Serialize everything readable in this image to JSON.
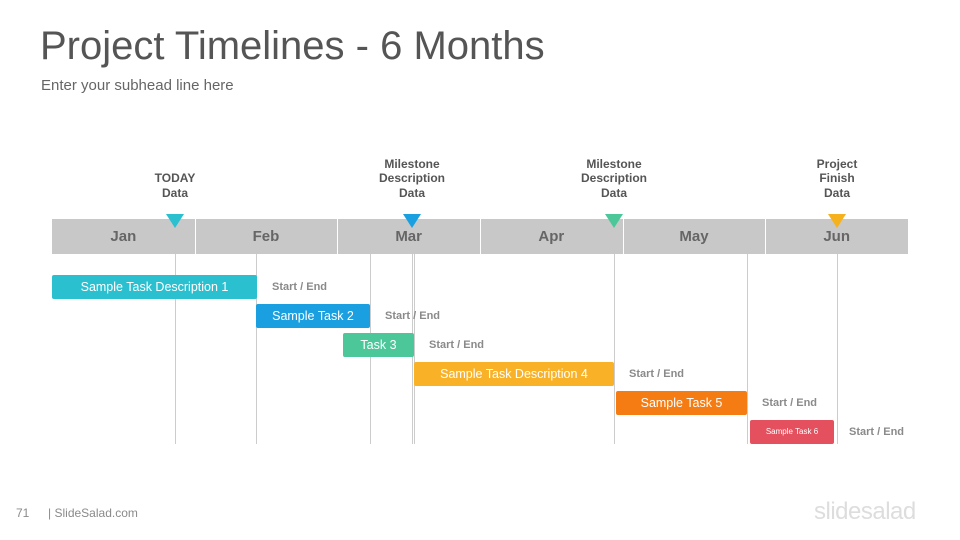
{
  "slide": {
    "title": "Project Timelines - 6 Months",
    "subtitle": "Enter your subhead line here",
    "page_number": "71",
    "footer_text": "| SlideSalad.com",
    "logo_text": "slidesalad"
  },
  "months": [
    "Jan",
    "Feb",
    "Mar",
    "Apr",
    "May",
    "Jun"
  ],
  "markers": [
    {
      "lines": [
        "TODAY",
        "Data"
      ],
      "position": 0.86,
      "color": "#2bc0d0"
    },
    {
      "lines": [
        "Milestone",
        "Description",
        "Data"
      ],
      "position": 2.52,
      "color": "#1a9fe0"
    },
    {
      "lines": [
        "Milestone",
        "Description",
        "Data"
      ],
      "position": 3.94,
      "color": "#4cc79a"
    },
    {
      "lines": [
        "Project",
        "Finish",
        "Data"
      ],
      "position": 5.5,
      "color": "#f5b21e"
    }
  ],
  "tasks": [
    {
      "label": "Sample Task Description 1",
      "start": 0.0,
      "end": 1.44,
      "color": "#2bc0d0",
      "date_label": "Start / End"
    },
    {
      "label": "Sample Task 2",
      "start": 1.43,
      "end": 2.23,
      "color": "#1a9fe0",
      "date_label": "Start / End"
    },
    {
      "label": "Task 3",
      "start": 2.04,
      "end": 2.54,
      "color": "#4cc79a",
      "date_label": "Start / End"
    },
    {
      "label": "Sample Task Description 4",
      "start": 2.54,
      "end": 3.94,
      "color": "#f9b227",
      "date_label": "Start / End"
    },
    {
      "label": "Sample Task 5",
      "start": 3.95,
      "end": 4.87,
      "color": "#f57c12",
      "date_label": "Start / End"
    },
    {
      "label": "Sample Task 6",
      "start": 4.89,
      "end": 5.48,
      "color": "#e5505e",
      "date_label": "Start / End"
    }
  ],
  "colors": {
    "month_bar": "#c8c8c8",
    "guide_line": "#cccccc",
    "title": "#555555"
  }
}
